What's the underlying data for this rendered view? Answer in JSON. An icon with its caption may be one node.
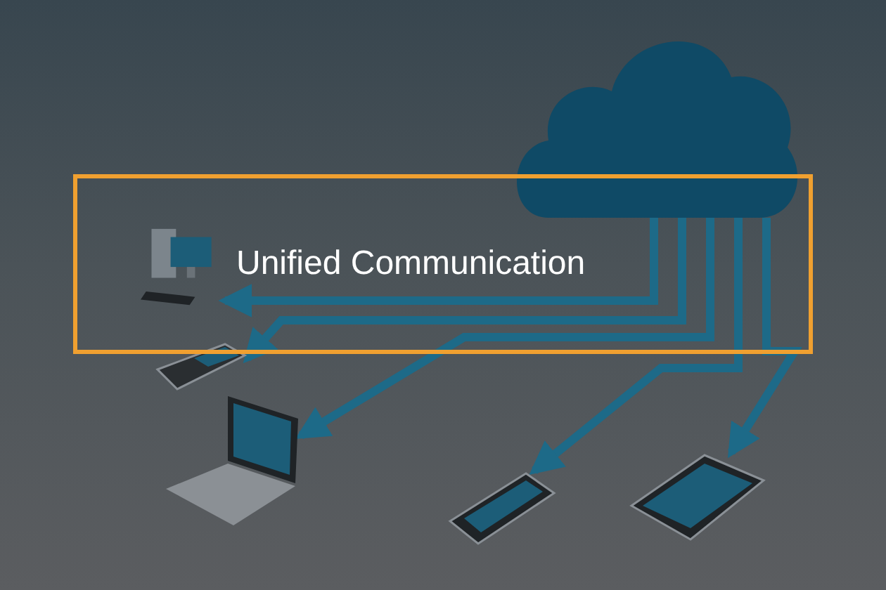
{
  "diagram": {
    "title": "Unified Communication",
    "nodes": [
      {
        "text": [],
        "shape": "cloud"
      },
      {
        "text": [],
        "shape": "picture"
      },
      {
        "text": [],
        "shape": "picture"
      },
      {
        "text": [],
        "shape": "picture"
      },
      {
        "text": [],
        "shape": "picture"
      },
      {
        "text": [],
        "shape": "picture"
      }
    ],
    "edges": [
      {
        "from": 0,
        "to": 1,
        "arrow": "to"
      },
      {
        "from": 0,
        "to": 2,
        "arrow": "to"
      },
      {
        "from": 0,
        "to": 3,
        "arrow": "to"
      },
      {
        "from": 0,
        "to": 4,
        "arrow": "to"
      },
      {
        "from": 0,
        "to": 5,
        "arrow": "to"
      }
    ]
  }
}
